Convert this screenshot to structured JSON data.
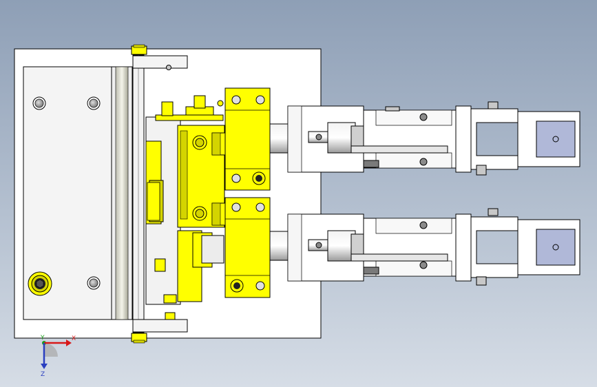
{
  "viewport": {
    "background_top": "#8e9fb6",
    "background_bottom": "#d6dde6"
  },
  "colors": {
    "plate": "#ffffff",
    "part_gray": "#f0f0f0",
    "part_yellow": "#ffff00",
    "yellow_shade": "#d4d400",
    "edge": "#000000",
    "fastener": "#a8a8a8",
    "pad_blue": "#b0b8d8",
    "axis_x": "#d81818",
    "axis_y": "#1aa01a",
    "axis_z": "#2a3fc0"
  },
  "triad": {
    "x_label": "X",
    "y_label": "Y",
    "z_label": "Z"
  }
}
